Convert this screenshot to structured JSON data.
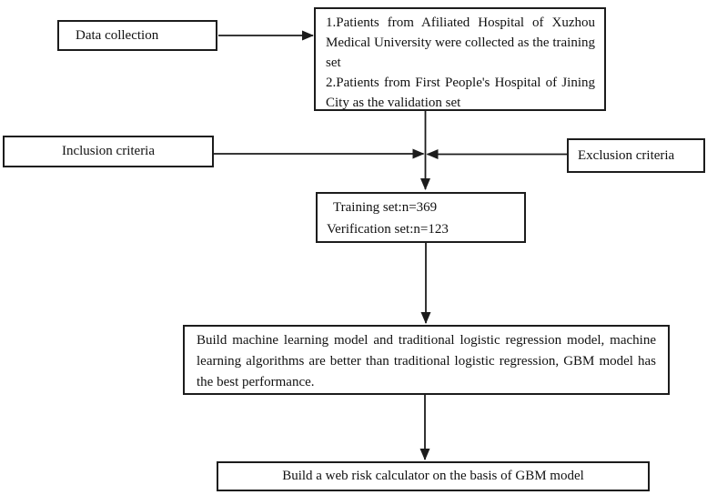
{
  "meta": {
    "background_color": "#ffffff",
    "line_color": "#1c1c1c",
    "text_color": "#111111"
  },
  "nodes": {
    "data_collection": {
      "label": "Data collection"
    },
    "patients": {
      "item1": "1.Patients from Afiliated Hospital of Xuzhou Medical University were collected as the training set",
      "item2": "2.Patients from First People's Hospital of Jining City as the validation set"
    },
    "inclusion": {
      "label": "Inclusion criteria"
    },
    "exclusion": {
      "label": "Exclusion criteria"
    },
    "cohort": {
      "line1": "Training set:n=369",
      "line2": "Verification set:n=123"
    },
    "model": {
      "text": "Build machine learning model and traditional logistic regression model, machine learning algorithms are better than traditional logistic regression, GBM model has the best performance."
    },
    "calculator": {
      "label": "Build a web risk calculator on the basis of GBM model"
    }
  },
  "connectors": {
    "data_to_patients": "arrow from Data collection to patients box",
    "patients_to_cohort": "arrow from patients box through criteria junction to cohort box",
    "inclusion_to_flow": "arrow from Inclusion criteria to main flow line",
    "exclusion_to_flow": "arrow from Exclusion criteria to main flow line",
    "cohort_to_model": "arrow from cohort box to model box",
    "model_to_calculator": "arrow from model box to calculator box"
  }
}
